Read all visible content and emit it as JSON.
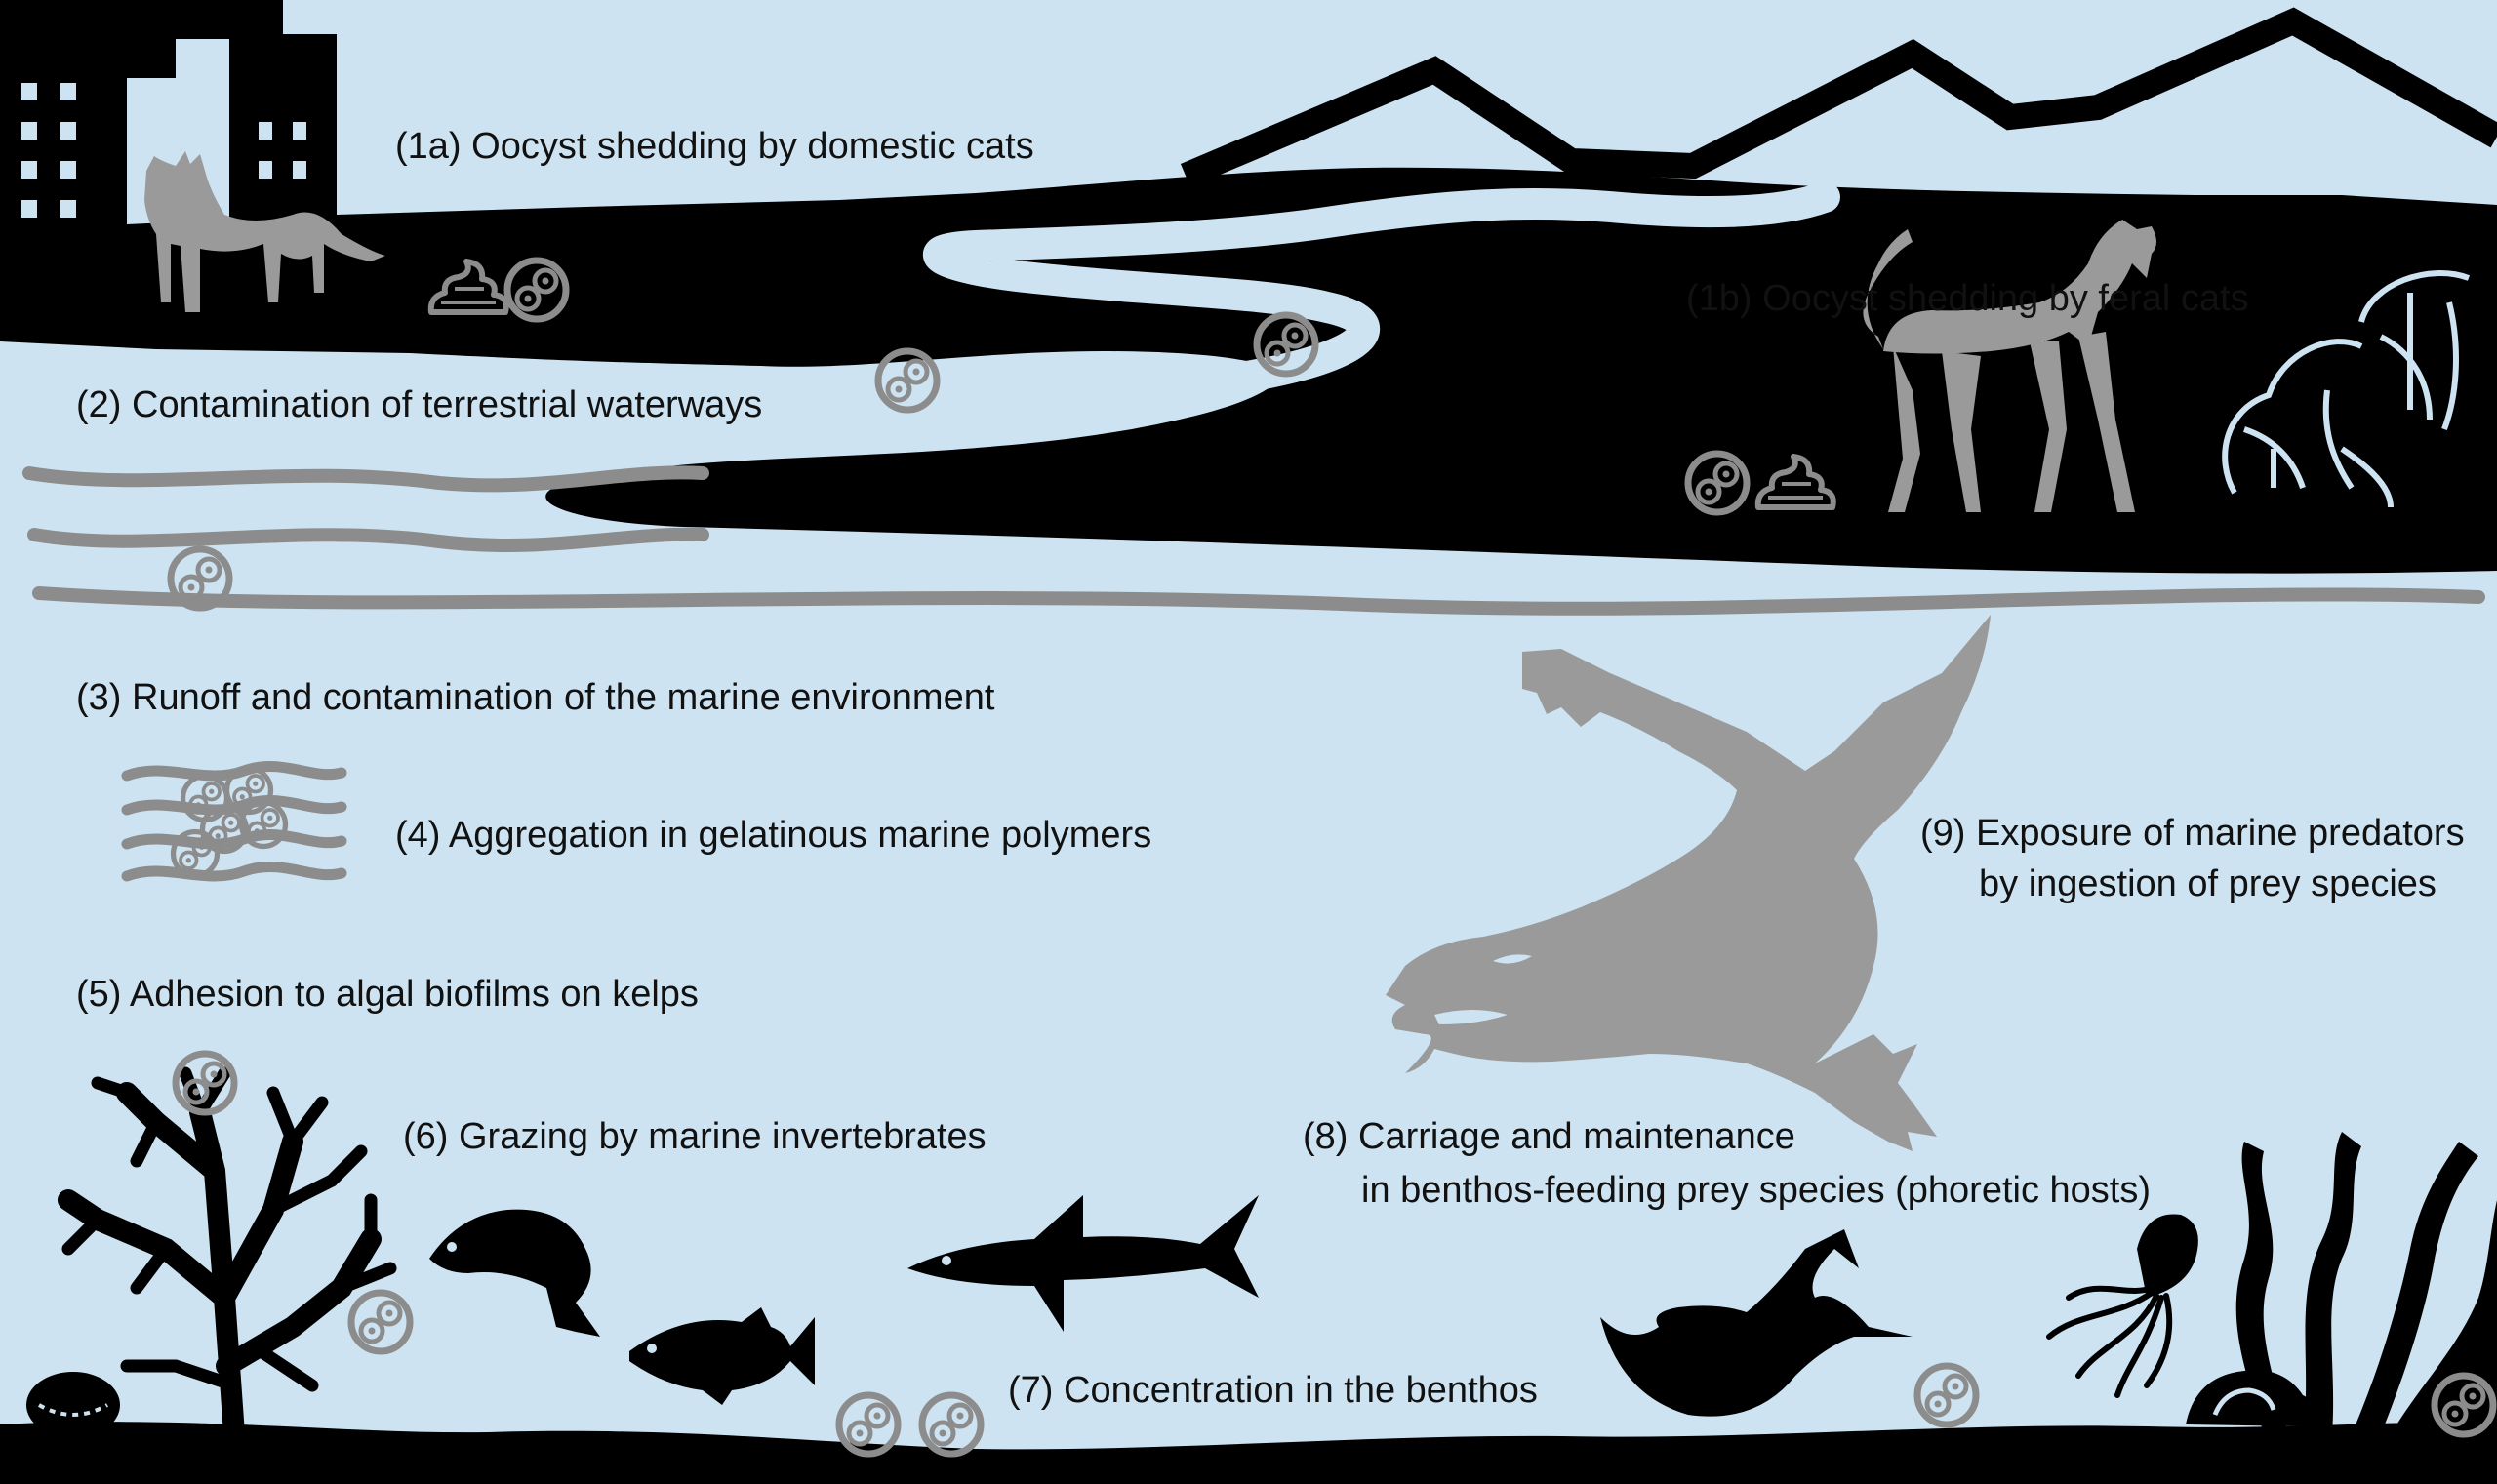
{
  "labels": {
    "s1a": "(1a) Oocyst shedding by domestic cats",
    "s1b": "(1b) Oocyst shedding by feral cats",
    "s2": "(2) Contamination of terrestrial waterways",
    "s3": "(3) Runoff and contamination of the marine environment",
    "s4": "(4) Aggregation in gelatinous marine polymers",
    "s5": "(5) Adhesion to algal biofilms on kelps",
    "s6": "(6) Grazing by marine invertebrates",
    "s7": "(7) Concentration in the benthos",
    "s8_line1": "(8) Carriage and maintenance",
    "s8_line2": "in benthos-feeding prey species (phoretic hosts)",
    "s9_line1": "(9) Exposure of marine predators",
    "s9_line2": "by ingestion of prey species"
  },
  "colors": {
    "background": "#cde3f1",
    "land": "#000000",
    "animal_gray": "#9a9a9a",
    "oocyst_gray": "#8c8c8c",
    "label_text": "#111111"
  },
  "icons": {
    "oocyst": "oocyst-icon",
    "feces": "feces-icon",
    "domestic_cat": "domestic-cat-icon",
    "feral_cat": "feral-cat-icon",
    "sea_lion": "sea-lion-icon"
  }
}
